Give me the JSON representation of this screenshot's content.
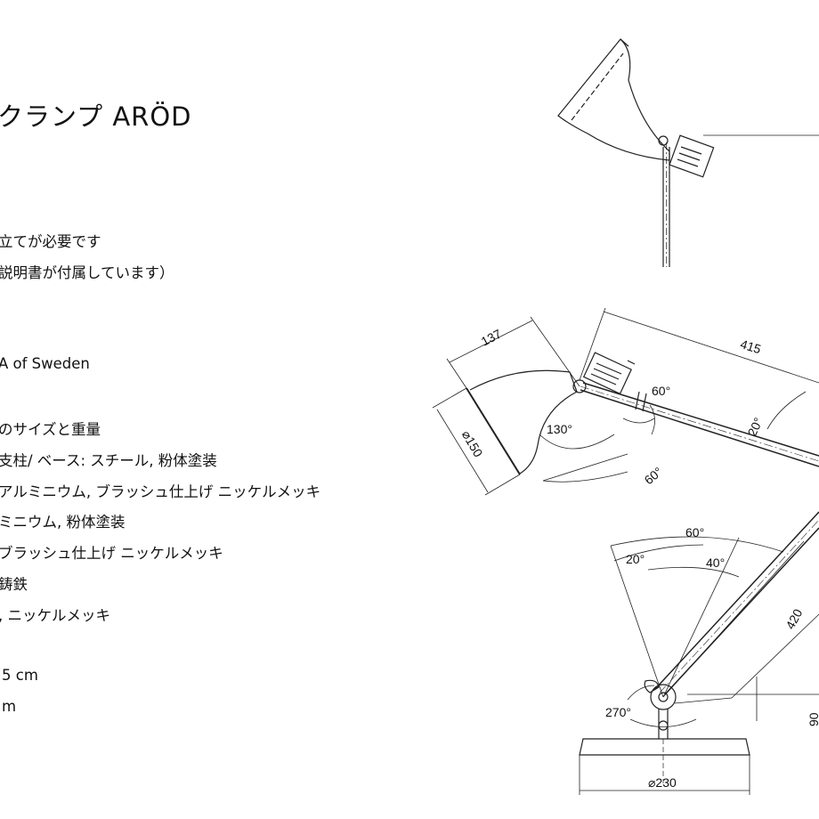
{
  "doc": {
    "title": "クランプ ARÖD",
    "lines": [
      "立てが必要です",
      "説明書が付属しています）",
      "A of Sweden",
      "のサイズと重量",
      "支柱/ ベース: スチール, 粉体塗装",
      "アルミニウム, ブラッシュ仕上げ ニッケルメッキ",
      "ミニウム, 粉体塗装",
      "ブラッシュ仕上げ ニッケルメッキ",
      "鋳鉄",
      ", ニッケルメッキ",
      "5 cm",
      "m"
    ]
  },
  "drawing": {
    "dims": {
      "d137": "137",
      "d415": "415",
      "d150": "⌀150",
      "a60_top": "60°",
      "a130": "130°",
      "a60_low": "60°",
      "a20_right": "20°",
      "a60_mid": "60°",
      "a20_left": "20°",
      "a40": "40°",
      "d420": "420",
      "a270": "270°",
      "d230": "⌀230",
      "d_right": "90"
    }
  }
}
